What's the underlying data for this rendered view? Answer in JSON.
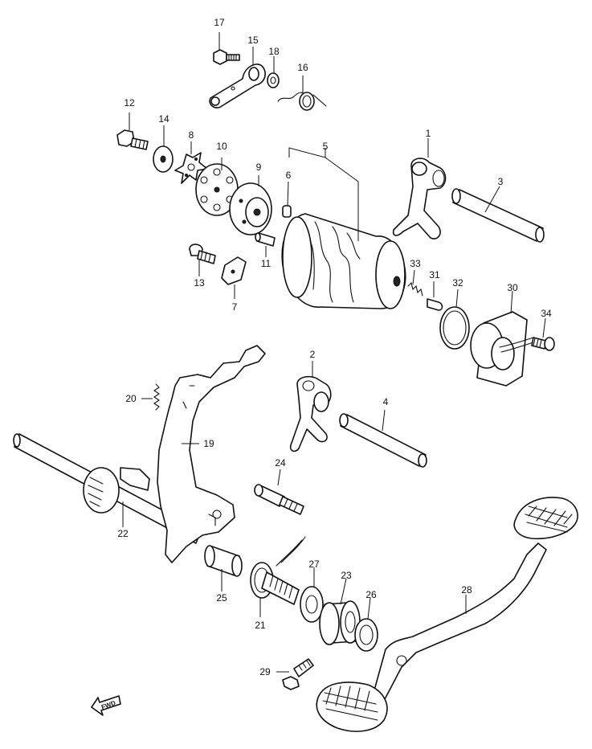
{
  "callouts": [
    "1",
    "2",
    "3",
    "4",
    "5",
    "6",
    "7",
    "8",
    "10",
    "9",
    "11",
    "12",
    "13",
    "14",
    "15",
    "16",
    "17",
    "18",
    "19",
    "20",
    "21",
    "22",
    "23",
    "24",
    "25",
    "26",
    "27",
    "28",
    "29",
    "30",
    "31",
    "32",
    "33",
    "34"
  ],
  "direction_badge": "FWD"
}
